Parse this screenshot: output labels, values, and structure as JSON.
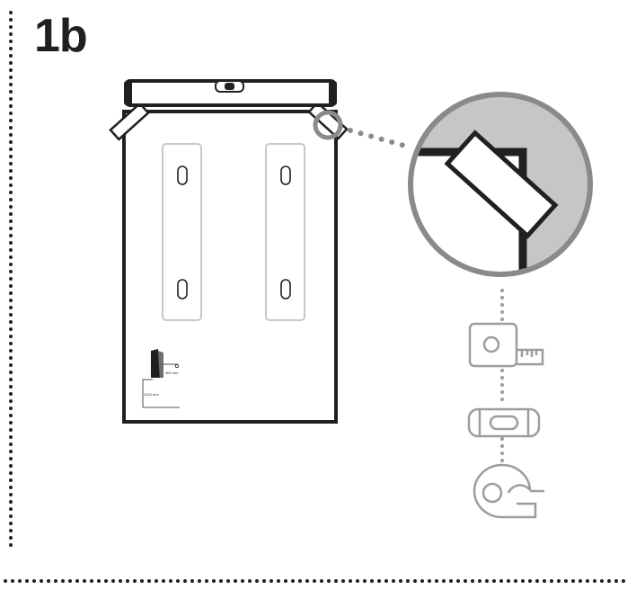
{
  "step": {
    "number": "1b"
  },
  "template_sheet": {
    "dimension_labels": {
      "side_offset": "300 mm",
      "floor_height": "1220 mm"
    }
  },
  "tools": [
    "measuring-tape",
    "spirit-level",
    "adhesive-tape"
  ],
  "colors": {
    "line": "#231f20",
    "tool_gray": "#9d9d9c",
    "detail_fill": "#c6c6c6",
    "hole_gray": "#c8c8c8"
  }
}
